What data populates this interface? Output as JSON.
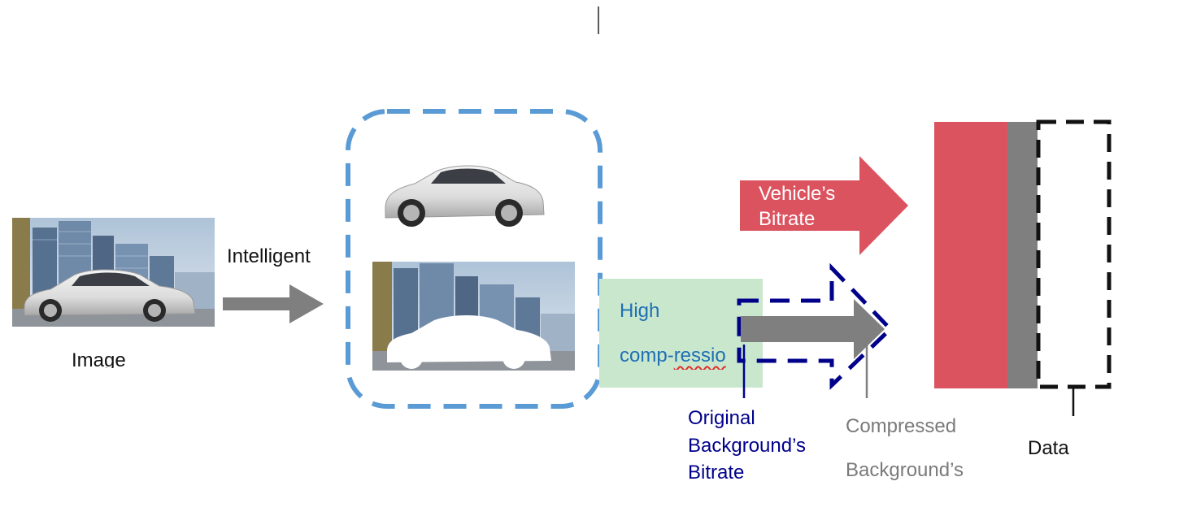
{
  "labels": {
    "image": "Image",
    "intelligent": "Intelligent",
    "high": "High",
    "compression": "comp-ressio",
    "vehicle_bitrate_line1": "Vehicle’s",
    "vehicle_bitrate_line2": "Bitrate",
    "original_line1": "Original",
    "original_line2": "Background’s",
    "original_line3": "Bitrate",
    "compressed_line1": "Compressed",
    "compressed_line2": "Background’s",
    "data": "Data"
  },
  "colors": {
    "red": "#dc5360",
    "grey": "#7f7f7f",
    "light_green": "#c9e7cd",
    "dashed_blue": "#5b9bd5",
    "navy": "#00008b"
  }
}
